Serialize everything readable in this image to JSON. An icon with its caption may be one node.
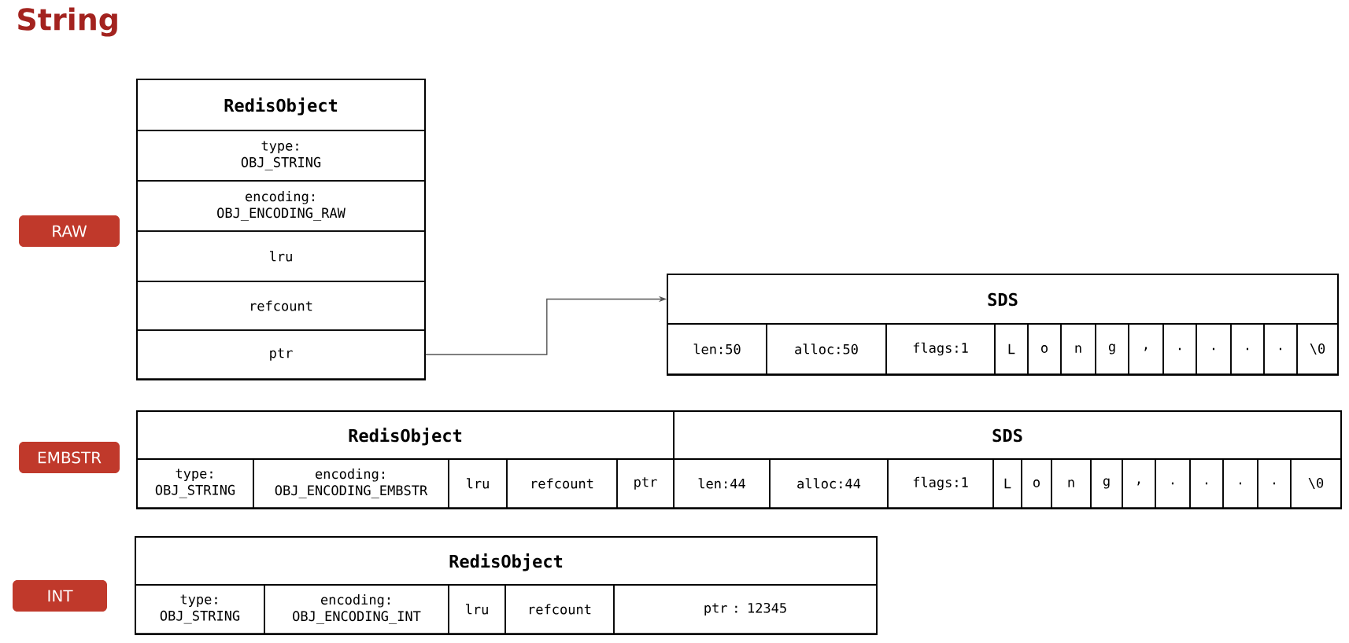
{
  "diagram": {
    "title": "String",
    "nodes": [
      {
        "text": [
          "RAW"
        ]
      },
      {
        "text": [
          "RedisObject"
        ]
      },
      {
        "text": [
          "type: OBJ_STRING"
        ],
        "in": 1
      },
      {
        "text": [
          "encoding: OBJ_ENCODING_RAW"
        ],
        "in": 1
      },
      {
        "text": [
          "lru"
        ],
        "in": 1
      },
      {
        "text": [
          "refcount"
        ],
        "in": 1
      },
      {
        "text": [
          "ptr"
        ],
        "in": 1
      },
      {
        "text": [
          "SDS"
        ]
      },
      {
        "text": [
          "len:50"
        ],
        "in": 7
      },
      {
        "text": [
          "alloc:50"
        ],
        "in": 7
      },
      {
        "text": [
          "flags:1"
        ],
        "in": 7
      },
      {
        "text": [
          "L"
        ],
        "in": 7
      },
      {
        "text": [
          "o"
        ],
        "in": 7
      },
      {
        "text": [
          "n"
        ],
        "in": 7
      },
      {
        "text": [
          "g"
        ],
        "in": 7
      },
      {
        "text": [
          ","
        ],
        "in": 7
      },
      {
        "text": [
          "."
        ],
        "in": 7
      },
      {
        "text": [
          "."
        ],
        "in": 7
      },
      {
        "text": [
          "."
        ],
        "in": 7
      },
      {
        "text": [
          "."
        ],
        "in": 7
      },
      {
        "text": [
          "\\0"
        ],
        "in": 7
      },
      {
        "text": [
          "EMBSTR"
        ]
      },
      {
        "text": [
          "RedisObject"
        ]
      },
      {
        "text": [
          "type: OBJ_STRING"
        ],
        "in": 22
      },
      {
        "text": [
          "encoding: OBJ_ENCODING_EMBSTR"
        ],
        "in": 22
      },
      {
        "text": [
          "lru"
        ],
        "in": 22
      },
      {
        "text": [
          "refcount"
        ],
        "in": 22
      },
      {
        "text": [
          "ptr"
        ],
        "in": 22
      },
      {
        "text": [
          "SDS"
        ]
      },
      {
        "text": [
          "len:44"
        ],
        "in": 28
      },
      {
        "text": [
          "alloc:44"
        ],
        "in": 28
      },
      {
        "text": [
          "flags:1"
        ],
        "in": 28
      },
      {
        "text": [
          "L"
        ],
        "in": 28
      },
      {
        "text": [
          "o"
        ],
        "in": 28
      },
      {
        "text": [
          "n"
        ],
        "in": 28
      },
      {
        "text": [
          "g"
        ],
        "in": 28
      },
      {
        "text": [
          ","
        ],
        "in": 28
      },
      {
        "text": [
          "."
        ],
        "in": 28
      },
      {
        "text": [
          "."
        ],
        "in": 28
      },
      {
        "text": [
          "."
        ],
        "in": 28
      },
      {
        "text": [
          "."
        ],
        "in": 28
      },
      {
        "text": [
          "\\0"
        ],
        "in": 28
      },
      {
        "text": [
          "INT"
        ]
      },
      {
        "text": [
          "RedisObject"
        ]
      },
      {
        "text": [
          "type: OBJ_STRING"
        ],
        "in": 43
      },
      {
        "text": [
          "encoding: OBJ_ENCODING_INT"
        ],
        "in": 43
      },
      {
        "text": [
          "lru"
        ],
        "in": 43
      },
      {
        "text": [
          "refcount"
        ],
        "in": 43
      },
      {
        "text": [
          "ptr : 12345"
        ],
        "in": 43
      }
    ],
    "edges": [
      {
        "from": 6,
        "to": 7,
        "arrow": "to"
      }
    ]
  }
}
